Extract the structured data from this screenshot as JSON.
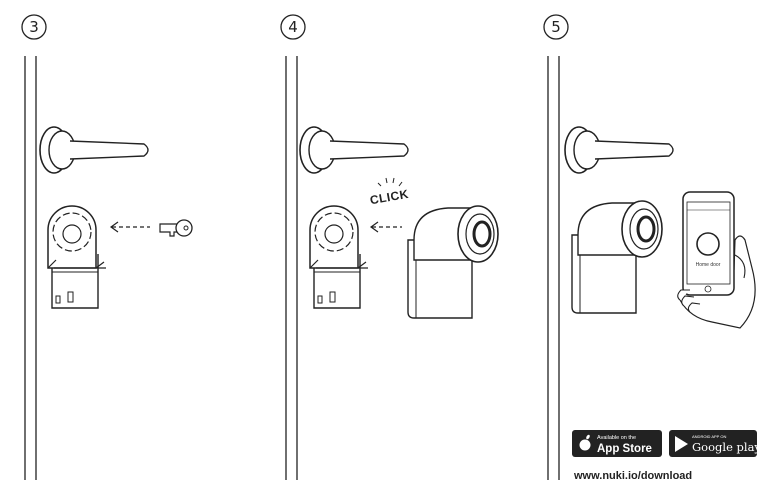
{
  "steps": [
    {
      "number": "3"
    },
    {
      "number": "4"
    },
    {
      "number": "5"
    }
  ],
  "click_label": "CLICK",
  "phone": {
    "screen_label": "Home door"
  },
  "badges": {
    "app_store": {
      "small": "Available on the",
      "big": "App Store"
    },
    "google_play": {
      "small": "ANDROID APP ON",
      "big": "Google play"
    }
  },
  "download_url": "www.nuki.io/download",
  "colors": {
    "line": "#222222",
    "badge": "#222222",
    "background": "#ffffff"
  }
}
